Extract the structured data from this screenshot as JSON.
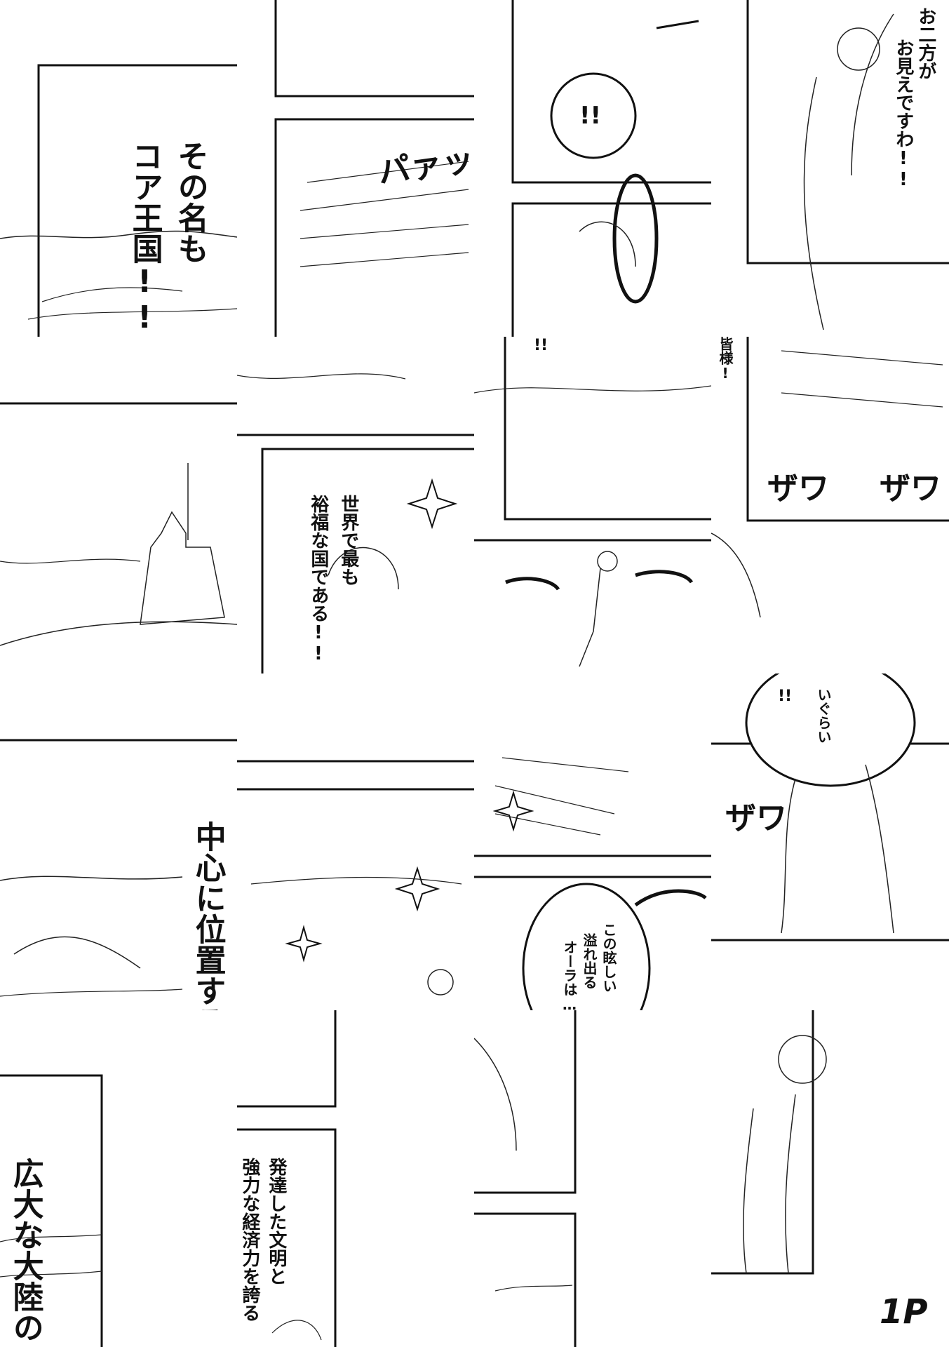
{
  "page_number": "1P",
  "captions": {
    "sono_na": [
      "その名も",
      "コア王国!!"
    ],
    "sekai_de": [
      "世界で最も",
      "裕福な国である!!"
    ],
    "chushin": "中心に位置する",
    "kodai": "広大な大陸の",
    "hattatsu": [
      "発達した文明と",
      "強力な経済力を誇る"
    ],
    "ofutakata": [
      "お二方が",
      "お見えですわ!!"
    ],
    "minasama": "皆様!",
    "kono_mabushi": [
      "この眩しい",
      "溢れ出る",
      "オーラは…"
    ],
    "igurai": "いぐらい"
  },
  "exclaim": {
    "bubble": "!!",
    "small_1": "!!",
    "small_2": "!!"
  },
  "sfx": {
    "paa": "パァッ",
    "zawa_1": "ザワ",
    "zawa_2": "ザワ",
    "zawa_3": "ザワ"
  }
}
